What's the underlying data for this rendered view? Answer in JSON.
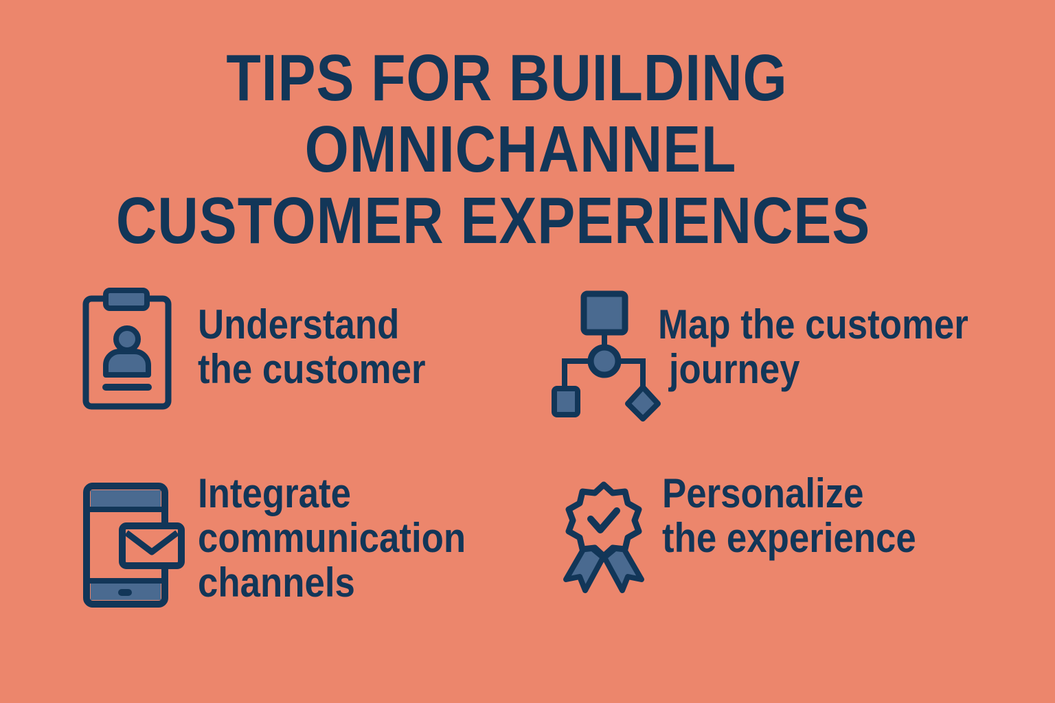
{
  "title": {
    "lines": [
      "TIPS FOR BUILDING",
      "OMNICHANNEL",
      "CUSTOMER EXPERIENCES"
    ]
  },
  "colors": {
    "background": "#ec866c",
    "ink": "#123658",
    "icon_fill": "#4a6a90"
  },
  "tips": [
    {
      "icon": "clipboard-person-icon",
      "lines": [
        "Understand",
        "the customer"
      ]
    },
    {
      "icon": "flowchart-icon",
      "lines": [
        "Map the customer",
        "journey"
      ]
    },
    {
      "icon": "phone-envelope-icon",
      "lines": [
        "Integrate",
        "communication",
        "channels"
      ]
    },
    {
      "icon": "award-badge-icon",
      "lines": [
        "Personalize",
        "the experience"
      ]
    }
  ]
}
